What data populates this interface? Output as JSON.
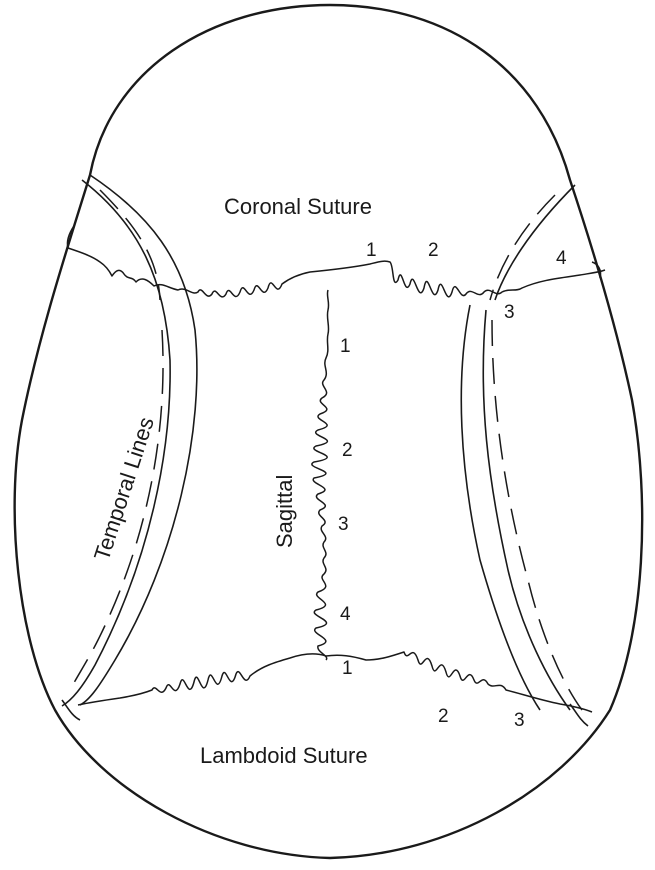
{
  "labels": {
    "coronal": "Coronal Suture",
    "lambdoid": "Lambdoid Suture",
    "sagittal": "Sagittal",
    "temporal": "Temporal Lines"
  },
  "coronal_numbers": [
    "1",
    "2",
    "3",
    "4"
  ],
  "sagittal_numbers": [
    "1",
    "2",
    "3",
    "4"
  ],
  "lambdoid_numbers": [
    "1",
    "2",
    "3"
  ]
}
